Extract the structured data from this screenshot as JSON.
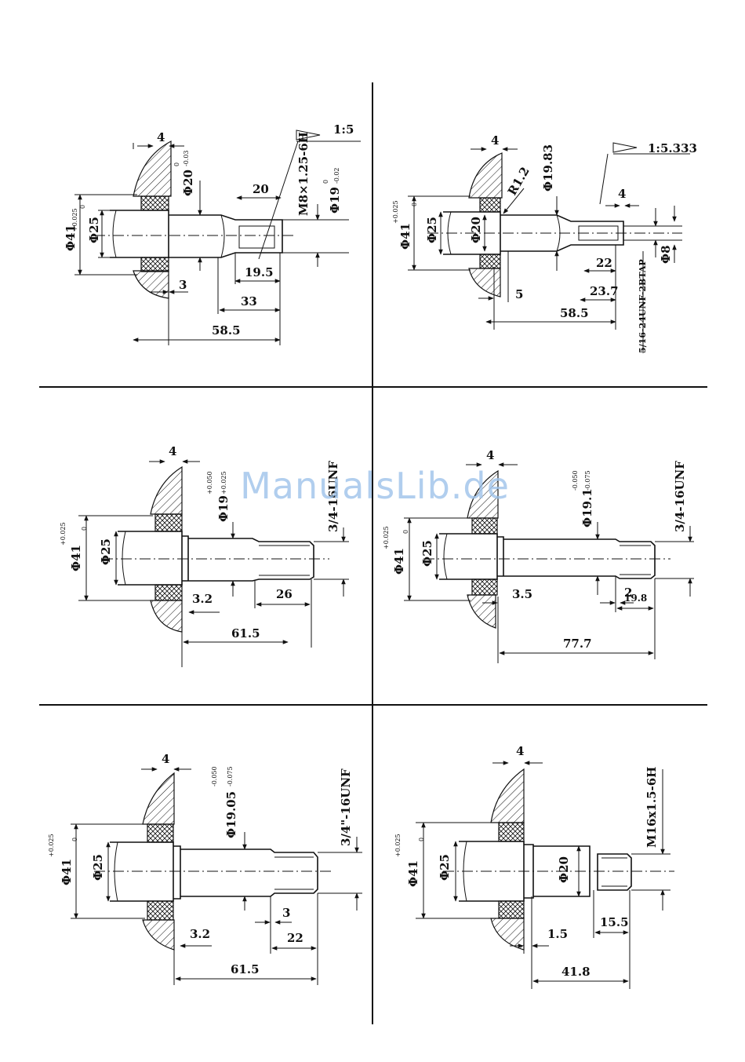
{
  "watermark": "ManualsLib.de",
  "panels": [
    {
      "labels": {
        "flange_width": "4",
        "bore_outer": "Φ41",
        "bore_outer_tol_upper": "+0.025",
        "bore_outer_tol_lower": "0",
        "bore_inner": "Φ25",
        "shaft_dia": "Φ20",
        "shaft_tol_upper": "0",
        "shaft_tol_lower": "-0.03",
        "taper": "1:5",
        "thread": "M8×1.25-6H",
        "taper_len": "20",
        "end_dia": "Φ19",
        "end_tol_upper": "0",
        "end_tol_lower": "-0.02",
        "shoulder": "3",
        "dim_a": "19.5",
        "dim_b": "33",
        "total": "58.5"
      }
    },
    {
      "labels": {
        "flange_width": "4",
        "bore_outer": "Φ41",
        "bore_outer_tol_upper": "+0.025",
        "bore_outer_tol_lower": "0",
        "bore_inner": "Φ25",
        "shaft_dia": "Φ20",
        "radius": "R1.2",
        "taper_dia": "Φ19.83",
        "taper": "1:5.333",
        "taper_step": "4",
        "hole_dia": "Φ8",
        "dim_a": "22",
        "dim_b": "23.7",
        "shoulder": "5",
        "total": "58.5",
        "thread": "5/16-24UNF-2BTAP"
      }
    },
    {
      "labels": {
        "flange_width": "4",
        "bore_outer": "Φ41",
        "bore_outer_tol_upper": "+0.025",
        "bore_outer_tol_lower": "0",
        "bore_inner": "Φ25",
        "shaft_dia": "Φ19",
        "shaft_tol_upper": "+0.050",
        "shaft_tol_lower": "+0.025",
        "thread": "3/4-16UNF",
        "thread_len": "26",
        "shoulder": "3.2",
        "total": "61.5"
      }
    },
    {
      "labels": {
        "flange_width": "4",
        "bore_outer": "Φ41",
        "bore_outer_tol_upper": "+0.025",
        "bore_outer_tol_lower": "0",
        "bore_inner": "Φ25",
        "shaft_dia": "Φ19.1",
        "shaft_tol_upper": "-0.050",
        "shaft_tol_lower": "-0.075",
        "thread": "3/4-16UNF",
        "relief": "2",
        "thread_len": "19.8",
        "shoulder": "3.5",
        "total": "77.7"
      }
    },
    {
      "labels": {
        "flange_width": "4",
        "bore_outer": "Φ41",
        "bore_outer_tol_upper": "+0.025",
        "bore_outer_tol_lower": "0",
        "bore_inner": "Φ25",
        "shaft_dia": "Φ19.05",
        "shaft_tol_upper": "-0.050",
        "shaft_tol_lower": "-0.075",
        "thread": "3/4\"-16UNF",
        "relief": "3",
        "thread_len": "22",
        "shoulder": "3.2",
        "total": "61.5"
      }
    },
    {
      "labels": {
        "flange_width": "4",
        "bore_outer": "Φ41",
        "bore_outer_tol_upper": "+0.025",
        "bore_outer_tol_lower": "0",
        "bore_inner": "Φ25",
        "shaft_dia": "Φ20",
        "thread": "M16x1.5-6H",
        "thread_len": "15.5",
        "shoulder": "1.5",
        "total": "41.8"
      }
    }
  ]
}
